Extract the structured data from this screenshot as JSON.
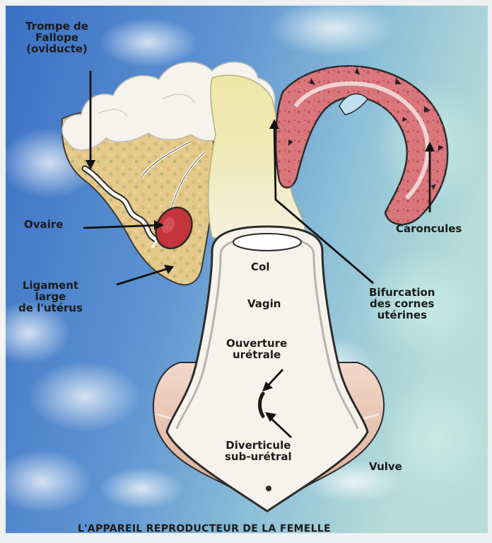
{
  "diagram": {
    "title": "L'APPAREIL REPRODUCTEUR DE LA FEMELLE",
    "labels": {
      "trompe": [
        "Trompe de",
        "Fallope",
        "(oviducte)"
      ],
      "ovaire": "Ovaire",
      "ligament": [
        "Ligament",
        "large",
        "de l'utérus"
      ],
      "caroncules": "Caroncules",
      "bifurcation": [
        "Bifurcation",
        "des cornes",
        "utérines"
      ],
      "col": "Col",
      "vagin": "Vagin",
      "ouverture": [
        "Ouverture",
        "urétrale"
      ],
      "diverticule": [
        "Diverticule",
        "sub-urétral"
      ],
      "vulve": "Vulve"
    }
  },
  "colors": {
    "background_blue": "#3f76c8",
    "background_teal": "#a9d4d8",
    "tract_cream": "#f3ecdc",
    "tract_yellow": "#eee6a4",
    "ligament_orange": "#e2c07e",
    "horn_red": "#c9474f",
    "vulva_pink": "#e7b8a4",
    "ovary_red": "#c3343c",
    "text": "#1b1b1b"
  }
}
